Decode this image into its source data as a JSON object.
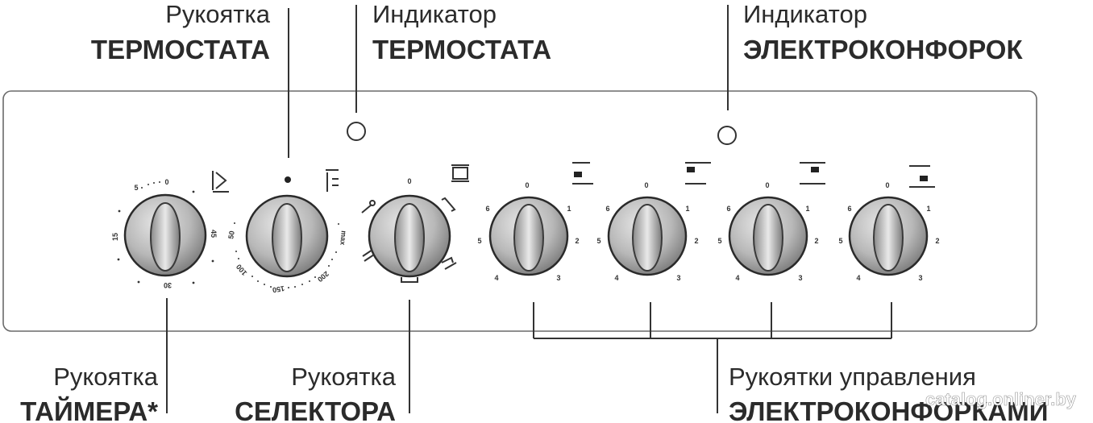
{
  "labels": {
    "thermostat_knob": {
      "line1": "Рукоятка",
      "line2": "ТЕРМОСТАТА"
    },
    "thermostat_indicator": {
      "line1": "Индикатор",
      "line2": "ТЕРМОСТАТА"
    },
    "hotplate_indicator": {
      "line1": "Индикатор",
      "line2": "ЭЛЕКТРОКОНФОРОК"
    },
    "timer_knob": {
      "line1": "Рукоятка",
      "line2": "ТАЙМЕРА*"
    },
    "selector_knob": {
      "line1": "Рукоятка",
      "line2": "СЕЛЕКТОРА"
    },
    "hotplate_knobs": {
      "line1": "Рукоятки управления",
      "line2": "ЭЛЕКТРОКОНФОРКАМИ"
    }
  },
  "timer_scale": [
    "0",
    "5",
    "15",
    "30",
    "45"
  ],
  "thermostat_scale": [
    "50",
    "100",
    "150",
    "200",
    "max"
  ],
  "selector_scale": [
    "0"
  ],
  "hotplate_scale": [
    "0",
    "1",
    "2",
    "3",
    "4",
    "5",
    "6"
  ],
  "watermark": "catalog.onliner.by"
}
